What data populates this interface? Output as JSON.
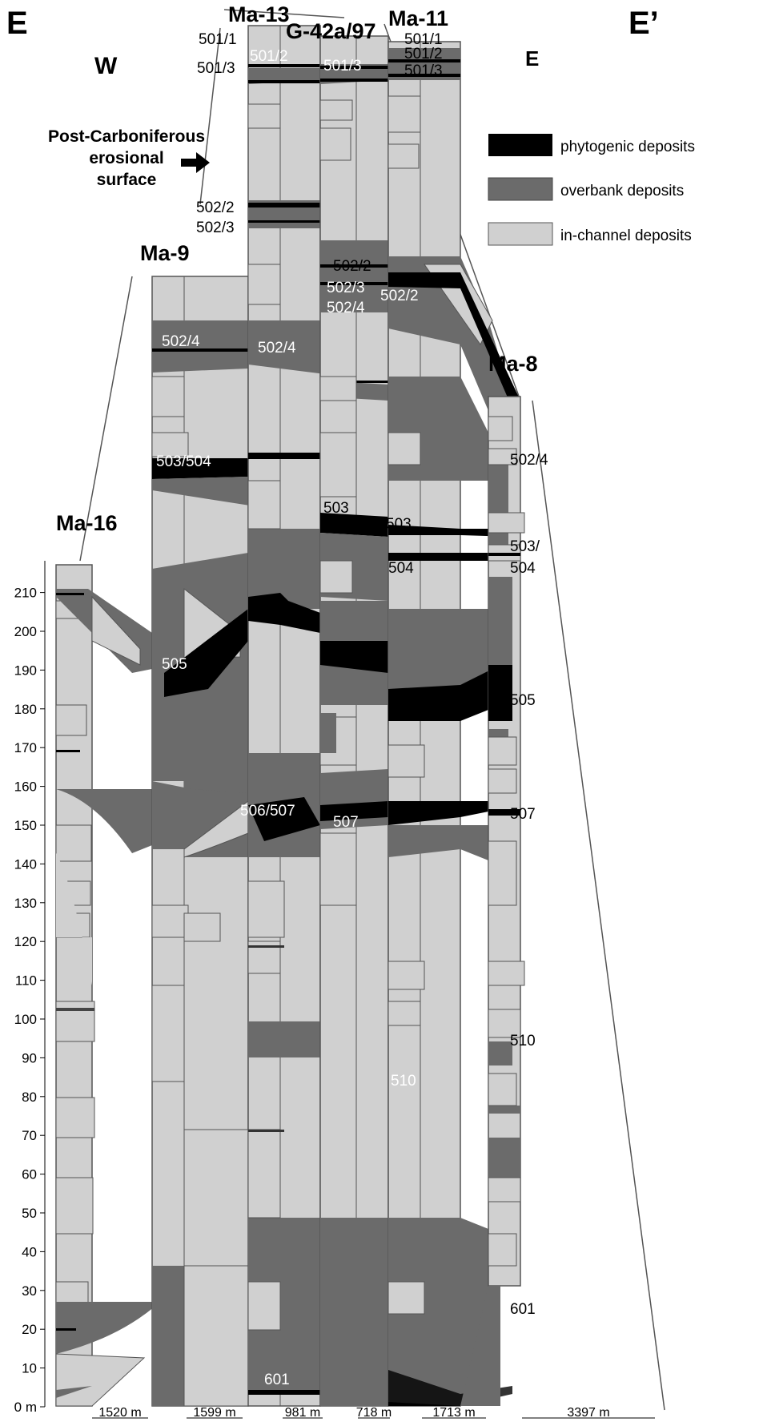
{
  "section": {
    "start_label": "E",
    "end_label": "E’",
    "west_label": "W",
    "east_label": "E"
  },
  "wells": [
    "Ma-16",
    "Ma-9",
    "Ma-13",
    "G-42a/97",
    "Ma-11",
    "Ma-8"
  ],
  "annotation": {
    "line1": "Post-Carboniferous",
    "line2": "erosional",
    "line3": "surface"
  },
  "legend": [
    {
      "label": "phytogenic deposits",
      "color": "#000000"
    },
    {
      "label": "overbank deposits",
      "color": "#6b6b6b"
    },
    {
      "label": "in-channel deposits",
      "color": "#d0d0d0"
    }
  ],
  "depth_axis": {
    "ticks": [
      "0 m",
      "10",
      "20",
      "30",
      "40",
      "50",
      "60",
      "70",
      "80",
      "90",
      "100",
      "110",
      "120",
      "130",
      "140",
      "150",
      "160",
      "170",
      "180",
      "190",
      "200",
      "210"
    ]
  },
  "distances": [
    "1520 m",
    "1599 m",
    "981 m",
    "718 m",
    "1713 m",
    "3397 m"
  ],
  "seam_labels": {
    "ma13_501_1": "501/1",
    "ma13_501_2": "501/2",
    "ma13_501_3": "501/3",
    "ma11_501_1": "501/1",
    "ma11_501_2": "501/2",
    "ma11_501_3": "501/3",
    "g42_501_3": "501/3",
    "ma13_502_2": "502/2",
    "ma13_502_3": "502/3",
    "g42_502_2": "502/2",
    "g42_502_3": "502/3",
    "g42_502_4": "502/4",
    "ma11_502_2": "502/2",
    "ma9_502_4": "502/4",
    "ma13_502_4": "502/4",
    "ma8_502_4": "502/4",
    "ma9_503_504": "503/504",
    "g42_503": "503",
    "ma11_503": "503",
    "ma8_503": "503/",
    "ma8_504": "504",
    "ma11_504": "504",
    "ma9_505": "505",
    "ma8_505": "505",
    "ma13_506_507": "506/507",
    "g42_507": "507",
    "ma8_507": "507",
    "ma8_510": "510",
    "ma11_510": "510",
    "ma13_601": "601",
    "ma8_601": "601"
  },
  "colors": {
    "phytogenic": "#000000",
    "overbank": "#6b6b6b",
    "in_channel": "#d0d0d0",
    "outline": "#555555"
  }
}
